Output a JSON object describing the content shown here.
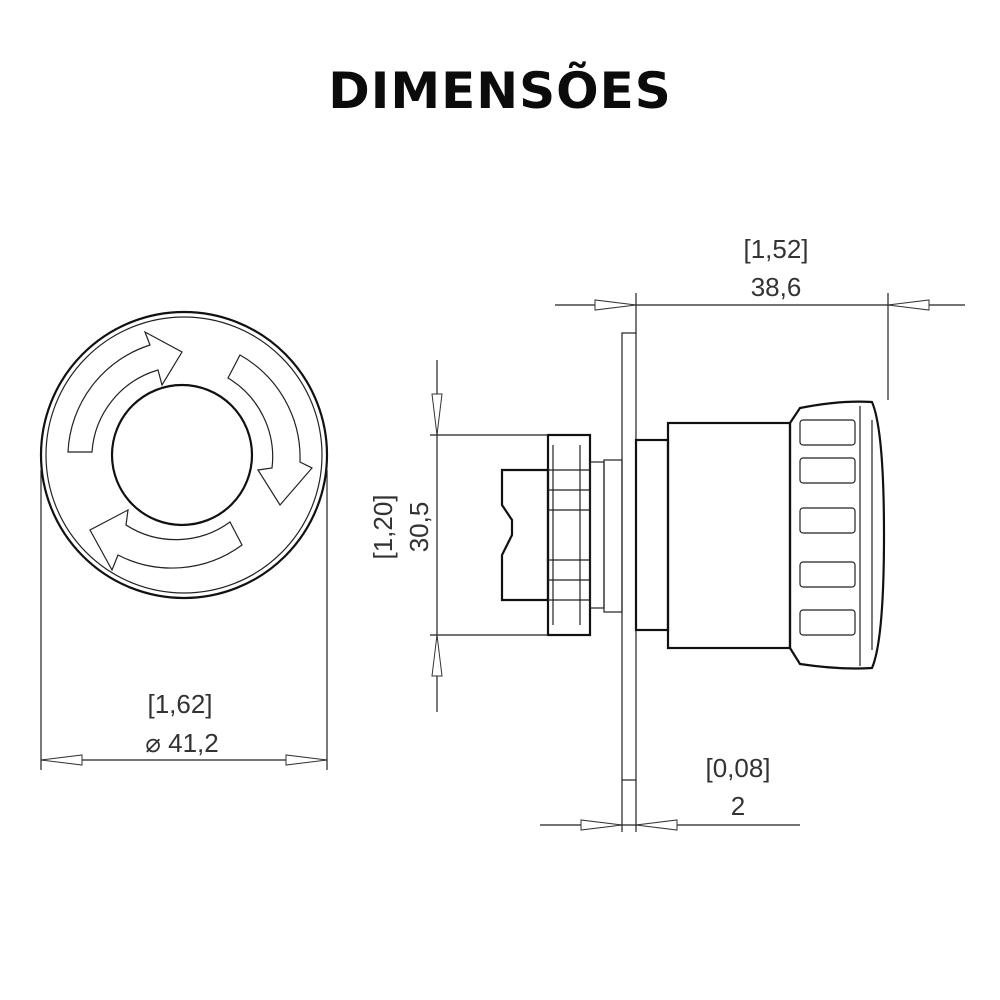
{
  "title": "DIMENSÕES",
  "front_view": {
    "diameter_in": "[1,62]",
    "diameter_mm": "⌀ 41,2"
  },
  "side_view": {
    "length_in": "[1,52]",
    "length_mm": "38,6",
    "mount_height_in": "[1,20]",
    "mount_height_mm": "30,5",
    "panel_thickness_in": "[0,08]",
    "panel_thickness_mm": "2"
  }
}
